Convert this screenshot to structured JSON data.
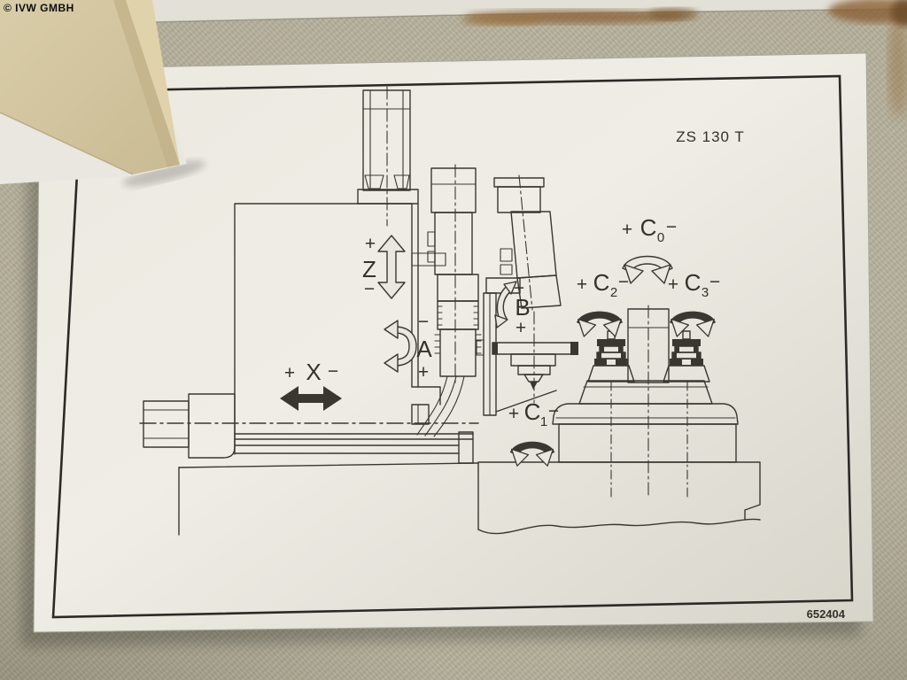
{
  "photo": {
    "watermark": "© IVW GMBH"
  },
  "plate": {
    "model_label": "ZS 130 T",
    "doc_number": "652404",
    "axis_labels": {
      "z": {
        "plus": "+",
        "letter": "Z",
        "minus": "−"
      },
      "x": {
        "plus": "+",
        "letter": "X",
        "minus": "−"
      },
      "a": {
        "minus": "−",
        "letter": "A",
        "plus": "+"
      },
      "b": {
        "minus": "−",
        "letter": "B",
        "plus": "+"
      },
      "c0": {
        "plus": "+",
        "letter": "C",
        "sub": "0",
        "minus": "−"
      },
      "c1": {
        "plus": "+",
        "letter": "C",
        "sub": "1",
        "minus": "−"
      },
      "c2": {
        "plus": "+",
        "letter": "C",
        "sub": "2",
        "minus": "−"
      },
      "c3": {
        "plus": "+",
        "letter": "C",
        "sub": "3",
        "minus": "−"
      }
    }
  },
  "colors": {
    "wall": "#b2ad97",
    "plate_face": "#ebe9e1",
    "plate_border": "#2b2a26",
    "drawing_ink": "#3a3731",
    "folder": "#d5c8a4",
    "paper": "#e9e7e0",
    "rust": "#8a6136"
  }
}
